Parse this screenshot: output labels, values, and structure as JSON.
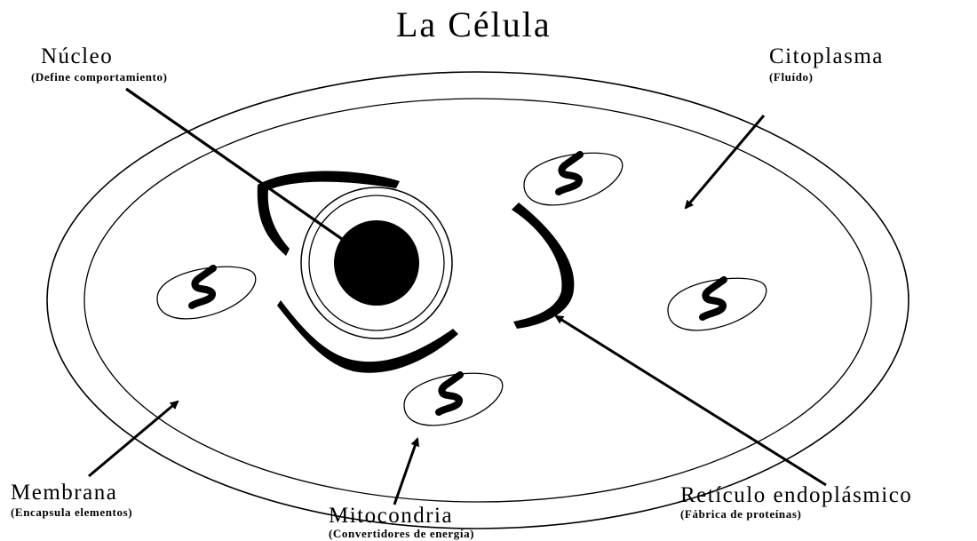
{
  "diagram": {
    "title": "La Célula",
    "labels": {
      "nucleo": {
        "name": "Núcleo",
        "description": "(Define comportamiento)"
      },
      "citoplasma": {
        "name": "Citoplasma",
        "description": "(Fluído)"
      },
      "membrana": {
        "name": "Membrana",
        "description": "(Encapsula elementos)"
      },
      "mitocondria": {
        "name": "Mitocondria",
        "description": "(Convertidores de energía)"
      },
      "reticulo": {
        "name": "Retículo endoplásmico",
        "description": "(Fábrica de proteínas)"
      }
    },
    "colors": {
      "ink": "#000000",
      "background": "#ffffff"
    }
  }
}
